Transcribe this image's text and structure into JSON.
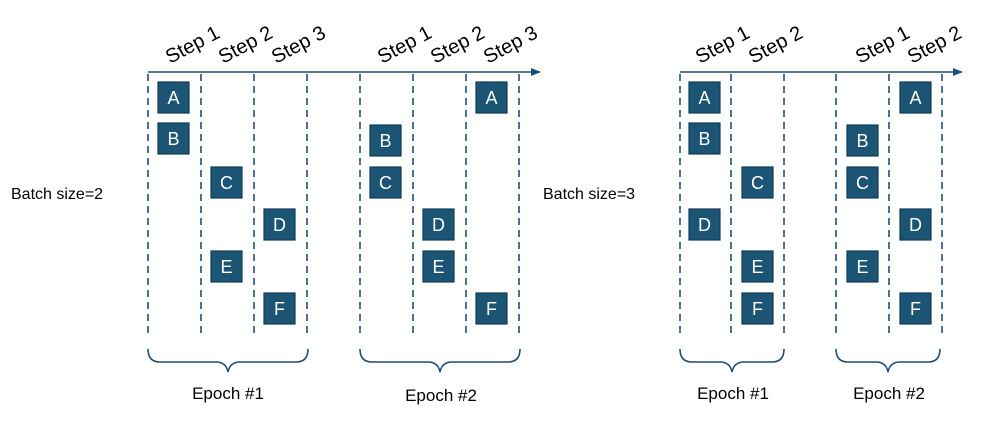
{
  "colors": {
    "box_fill": "#1c5474",
    "box_stroke": "#0f3e5a",
    "line": "#1f4e79"
  },
  "panels": [
    {
      "batch_label": "Batch size=2",
      "steps": [
        "Step 1",
        "Step 2",
        "Step 3"
      ],
      "epochs": [
        {
          "label": "Epoch #1",
          "items": [
            {
              "letter": "A",
              "step": 1
            },
            {
              "letter": "B",
              "step": 1
            },
            {
              "letter": "C",
              "step": 2
            },
            {
              "letter": "D",
              "step": 3
            },
            {
              "letter": "E",
              "step": 2
            },
            {
              "letter": "F",
              "step": 3
            }
          ]
        },
        {
          "label": "Epoch #2",
          "items": [
            {
              "letter": "A",
              "step": 3
            },
            {
              "letter": "B",
              "step": 1
            },
            {
              "letter": "C",
              "step": 1
            },
            {
              "letter": "D",
              "step": 2
            },
            {
              "letter": "E",
              "step": 2
            },
            {
              "letter": "F",
              "step": 3
            }
          ]
        }
      ]
    },
    {
      "batch_label": "Batch size=3",
      "steps": [
        "Step 1",
        "Step 2"
      ],
      "epochs": [
        {
          "label": "Epoch #1",
          "items": [
            {
              "letter": "A",
              "step": 1
            },
            {
              "letter": "B",
              "step": 1
            },
            {
              "letter": "C",
              "step": 2
            },
            {
              "letter": "D",
              "step": 1
            },
            {
              "letter": "E",
              "step": 2
            },
            {
              "letter": "F",
              "step": 2
            }
          ]
        },
        {
          "label": "Epoch #2",
          "items": [
            {
              "letter": "A",
              "step": 2
            },
            {
              "letter": "B",
              "step": 1
            },
            {
              "letter": "C",
              "step": 1
            },
            {
              "letter": "D",
              "step": 2
            },
            {
              "letter": "E",
              "step": 1
            },
            {
              "letter": "F",
              "step": 2
            }
          ]
        }
      ]
    }
  ]
}
